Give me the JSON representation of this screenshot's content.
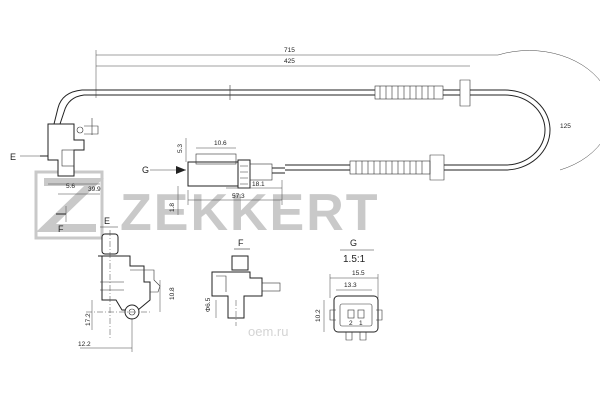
{
  "watermark": {
    "brand": "ZEKKERT",
    "site": "oem.ru",
    "colors": {
      "watermark": "#c9c9c9",
      "lines": "#222222"
    }
  },
  "views": {
    "E": "E",
    "F": "F",
    "G": "G",
    "scale": "1.5:1"
  },
  "dimensions": {
    "overall_length": "715",
    "cable_length": "425",
    "right_loop": "125",
    "sensor_depth": "39.9",
    "sensor_small": "5.6",
    "conn_top": "10.6",
    "conn_side": "5.3",
    "conn_body": "18.1",
    "conn_total": "57.3",
    "conn_height": "1.8",
    "e_height": "10.8",
    "e_offset": "17.2",
    "e_width": "12.2",
    "f_diameter": "Φ6.5",
    "g_width": "15.5",
    "g_inner": "13.3",
    "g_height": "10.2",
    "pin_1": "1",
    "pin_2": "2"
  }
}
